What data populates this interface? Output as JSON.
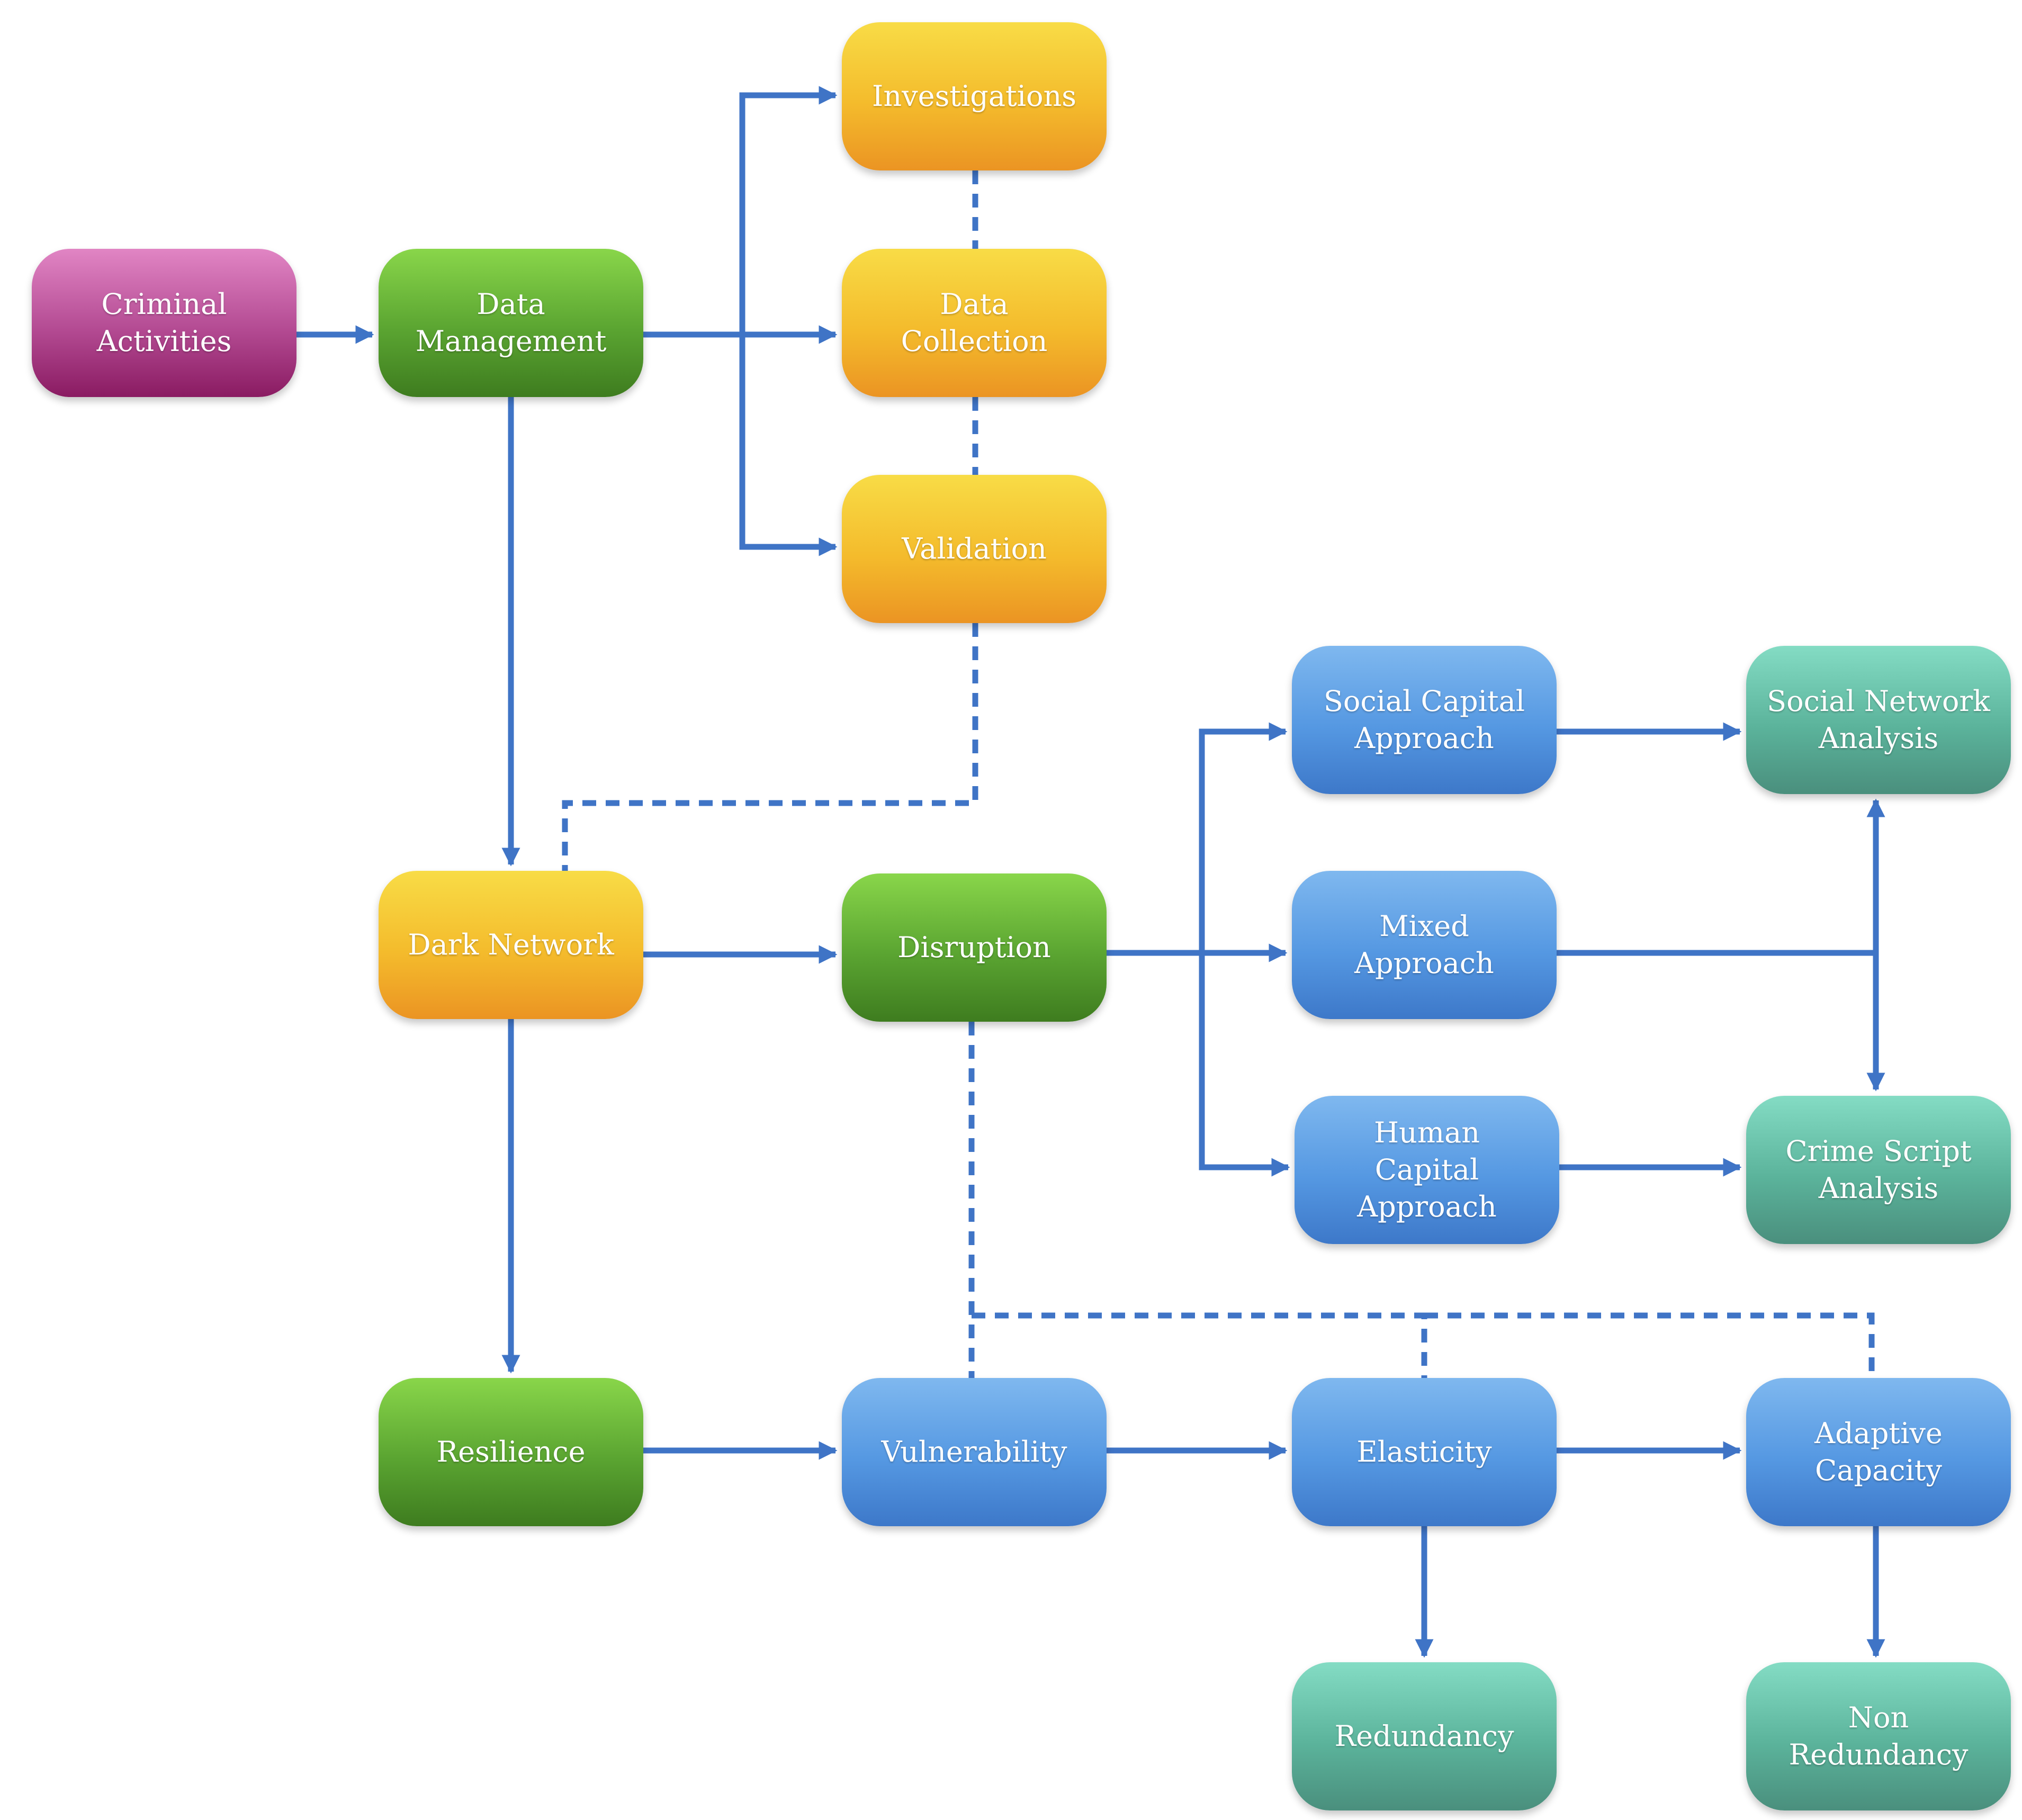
{
  "colors": {
    "edge": "#3f74c6",
    "magenta": "#b34a92",
    "green": "#5aa431",
    "yellow": "#f4bb2c",
    "blue": "#5598e2",
    "teal": "#5bb39b"
  },
  "nodes": [
    {
      "id": "criminal-activities",
      "label": "Criminal\nActivities",
      "color": "magenta"
    },
    {
      "id": "data-management",
      "label": "Data\nManagement",
      "color": "green"
    },
    {
      "id": "investigations",
      "label": "Investigations",
      "color": "yellow"
    },
    {
      "id": "data-collection",
      "label": "Data\nCollection",
      "color": "yellow"
    },
    {
      "id": "validation",
      "label": "Validation",
      "color": "yellow"
    },
    {
      "id": "dark-network",
      "label": "Dark Network",
      "color": "yellow"
    },
    {
      "id": "disruption",
      "label": "Disruption",
      "color": "green"
    },
    {
      "id": "social-capital-approach",
      "label": "Social Capital\nApproach",
      "color": "blue"
    },
    {
      "id": "mixed-approach",
      "label": "Mixed\nApproach",
      "color": "blue"
    },
    {
      "id": "human-capital-approach",
      "label": "Human\nCapital\nApproach",
      "color": "blue"
    },
    {
      "id": "social-network-analysis",
      "label": "Social Network\nAnalysis",
      "color": "teal"
    },
    {
      "id": "crime-script-analysis",
      "label": "Crime Script\nAnalysis",
      "color": "teal"
    },
    {
      "id": "resilience",
      "label": "Resilience",
      "color": "green"
    },
    {
      "id": "vulnerability",
      "label": "Vulnerability",
      "color": "blue"
    },
    {
      "id": "elasticity",
      "label": "Elasticity",
      "color": "blue"
    },
    {
      "id": "adaptive-capacity",
      "label": "Adaptive\nCapacity",
      "color": "blue"
    },
    {
      "id": "redundancy",
      "label": "Redundancy",
      "color": "teal"
    },
    {
      "id": "non-redundancy",
      "label": "Non\nRedundancy",
      "color": "teal"
    }
  ],
  "edges": [
    {
      "from": "criminal-activities",
      "to": "data-management",
      "style": "solid",
      "arrow": "end"
    },
    {
      "from": "data-management",
      "to": "investigations",
      "style": "solid",
      "arrow": "end"
    },
    {
      "from": "data-management",
      "to": "data-collection",
      "style": "solid",
      "arrow": "end"
    },
    {
      "from": "data-management",
      "to": "validation",
      "style": "solid",
      "arrow": "end"
    },
    {
      "from": "data-management",
      "to": "dark-network",
      "style": "solid",
      "arrow": "end"
    },
    {
      "from": "investigations",
      "to": "data-collection",
      "style": "dashed",
      "arrow": "none"
    },
    {
      "from": "data-collection",
      "to": "validation",
      "style": "dashed",
      "arrow": "none"
    },
    {
      "from": "validation",
      "to": "dark-network",
      "style": "dashed",
      "arrow": "none"
    },
    {
      "from": "dark-network",
      "to": "disruption",
      "style": "solid",
      "arrow": "end"
    },
    {
      "from": "dark-network",
      "to": "resilience",
      "style": "solid",
      "arrow": "end"
    },
    {
      "from": "disruption",
      "to": "social-capital-approach",
      "style": "solid",
      "arrow": "end"
    },
    {
      "from": "disruption",
      "to": "mixed-approach",
      "style": "solid",
      "arrow": "end"
    },
    {
      "from": "disruption",
      "to": "human-capital-approach",
      "style": "solid",
      "arrow": "end"
    },
    {
      "from": "social-capital-approach",
      "to": "social-network-analysis",
      "style": "solid",
      "arrow": "end"
    },
    {
      "from": "human-capital-approach",
      "to": "crime-script-analysis",
      "style": "solid",
      "arrow": "end"
    },
    {
      "from": "mixed-approach",
      "to": "social-network-analysis",
      "style": "solid",
      "arrow": "end"
    },
    {
      "from": "mixed-approach",
      "to": "crime-script-analysis",
      "style": "solid",
      "arrow": "end"
    },
    {
      "from": "disruption",
      "to": "vulnerability",
      "style": "dashed",
      "arrow": "none"
    },
    {
      "from": "vulnerability",
      "to": "elasticity",
      "style": "dashed",
      "arrow": "none"
    },
    {
      "from": "vulnerability",
      "to": "adaptive-capacity",
      "style": "dashed",
      "arrow": "none"
    },
    {
      "from": "resilience",
      "to": "vulnerability",
      "style": "solid",
      "arrow": "end"
    },
    {
      "from": "vulnerability",
      "to": "elasticity",
      "style": "solid",
      "arrow": "end"
    },
    {
      "from": "elasticity",
      "to": "adaptive-capacity",
      "style": "solid",
      "arrow": "end"
    },
    {
      "from": "elasticity",
      "to": "redundancy",
      "style": "solid",
      "arrow": "end"
    },
    {
      "from": "adaptive-capacity",
      "to": "non-redundancy",
      "style": "solid",
      "arrow": "end"
    }
  ]
}
